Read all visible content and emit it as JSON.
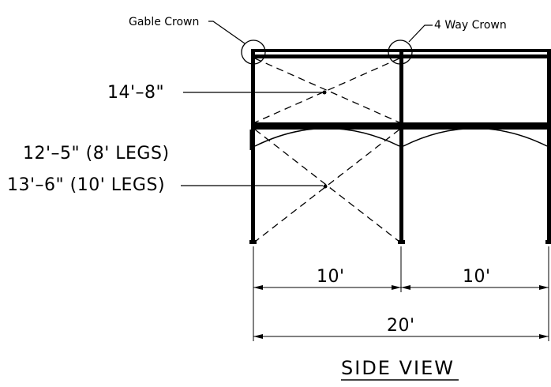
{
  "labels": {
    "gable_crown": "Gable Crown",
    "four_way_crown": "4 Way Crown",
    "upper_height": "14'–8\"",
    "leg_height_8": "12'–5\" (8' LEGS)",
    "leg_height_10": "13'–6\" (10' LEGS)"
  },
  "dimensions": {
    "span_left": "10'",
    "span_right": "10'",
    "span_total": "20'"
  },
  "title": "SIDE VIEW",
  "colors": {
    "line": "#000000",
    "background": "#ffffff"
  }
}
